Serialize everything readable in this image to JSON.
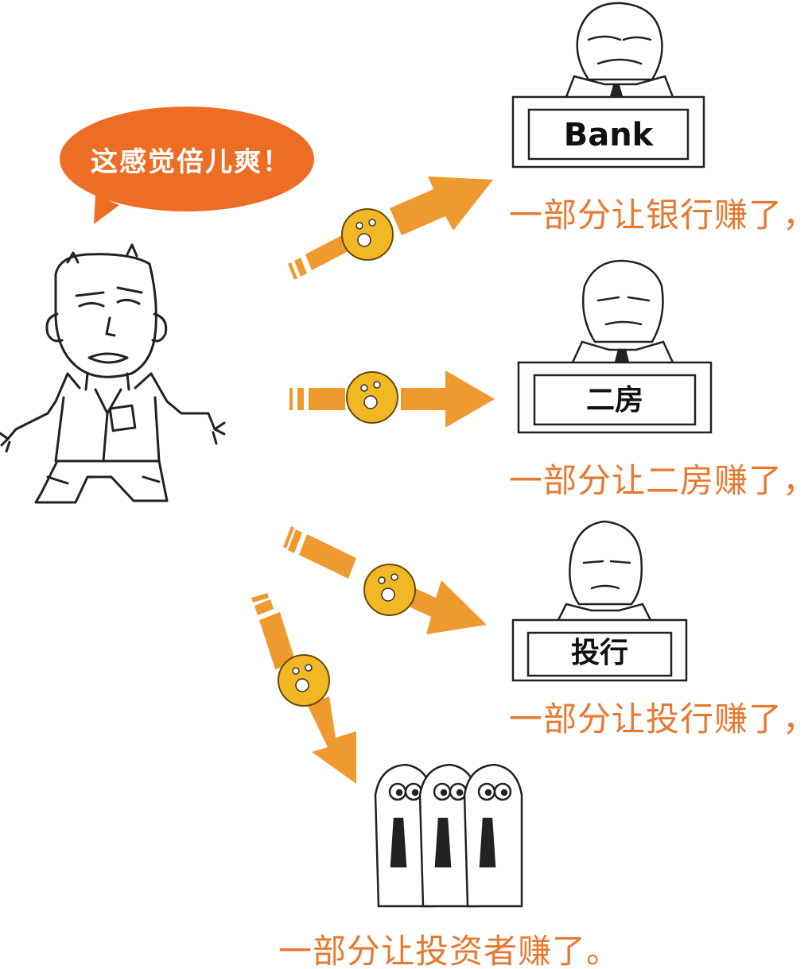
{
  "speech_bubble": {
    "text": "这感觉倍儿爽！"
  },
  "desks": {
    "bank": "Bank",
    "second_house": "二房",
    "investment_bank": "投行"
  },
  "captions": {
    "bank": "一部分让银行赚了，",
    "second_house": "一部分让二房赚了，",
    "investment_bank": "一部分让投行赚了，",
    "investors": "一部分让投资者赚了。"
  },
  "colors": {
    "accent_orange": "#e8782e",
    "arrow_orange": "#ef9a2f",
    "coin_yellow": "#f2b824",
    "bubble_orange": "#ee6d24"
  }
}
